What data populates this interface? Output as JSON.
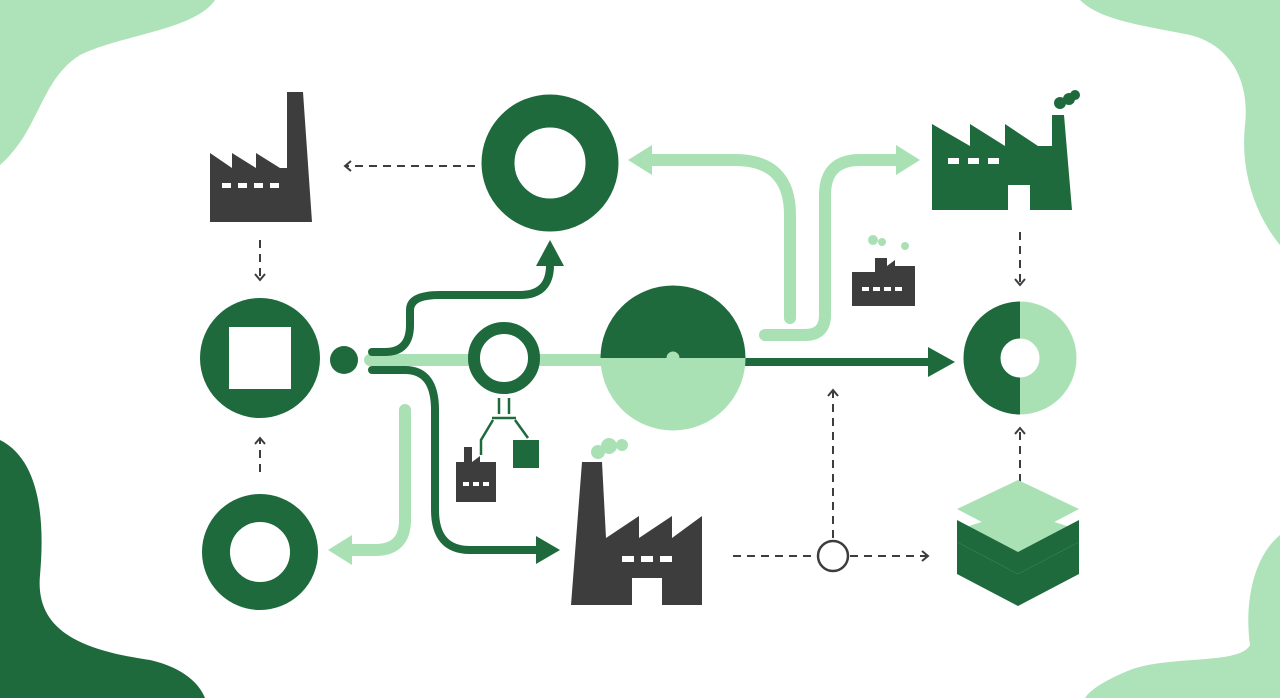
{
  "palette": {
    "dark_green": "#1e6a3c",
    "light_green": "#a9e1b5",
    "pale_green": "#aee2b9",
    "charcoal": "#3d3d3d",
    "background": "#ffffff"
  },
  "nodes": [
    {
      "id": "factory-top-left",
      "icon": "factory-icon"
    },
    {
      "id": "ring-top-center",
      "icon": "ring-icon"
    },
    {
      "id": "factory-top-right",
      "icon": "factory-icon"
    },
    {
      "id": "small-factory-mid-right",
      "icon": "factory-icon"
    },
    {
      "id": "source-square-node",
      "icon": "square-in-circle-icon"
    },
    {
      "id": "small-ring-center",
      "icon": "ring-icon"
    },
    {
      "id": "large-split-ring",
      "icon": "split-ring-icon"
    },
    {
      "id": "split-ring-right",
      "icon": "split-ring-icon"
    },
    {
      "id": "ring-bottom-left",
      "icon": "ring-icon"
    },
    {
      "id": "robot-arm-factory",
      "icon": "robotic-arm-icon"
    },
    {
      "id": "factory-bottom-center",
      "icon": "factory-icon"
    },
    {
      "id": "junction-node",
      "icon": "hollow-circle-icon"
    },
    {
      "id": "layer-stack",
      "icon": "layers-icon"
    }
  ]
}
